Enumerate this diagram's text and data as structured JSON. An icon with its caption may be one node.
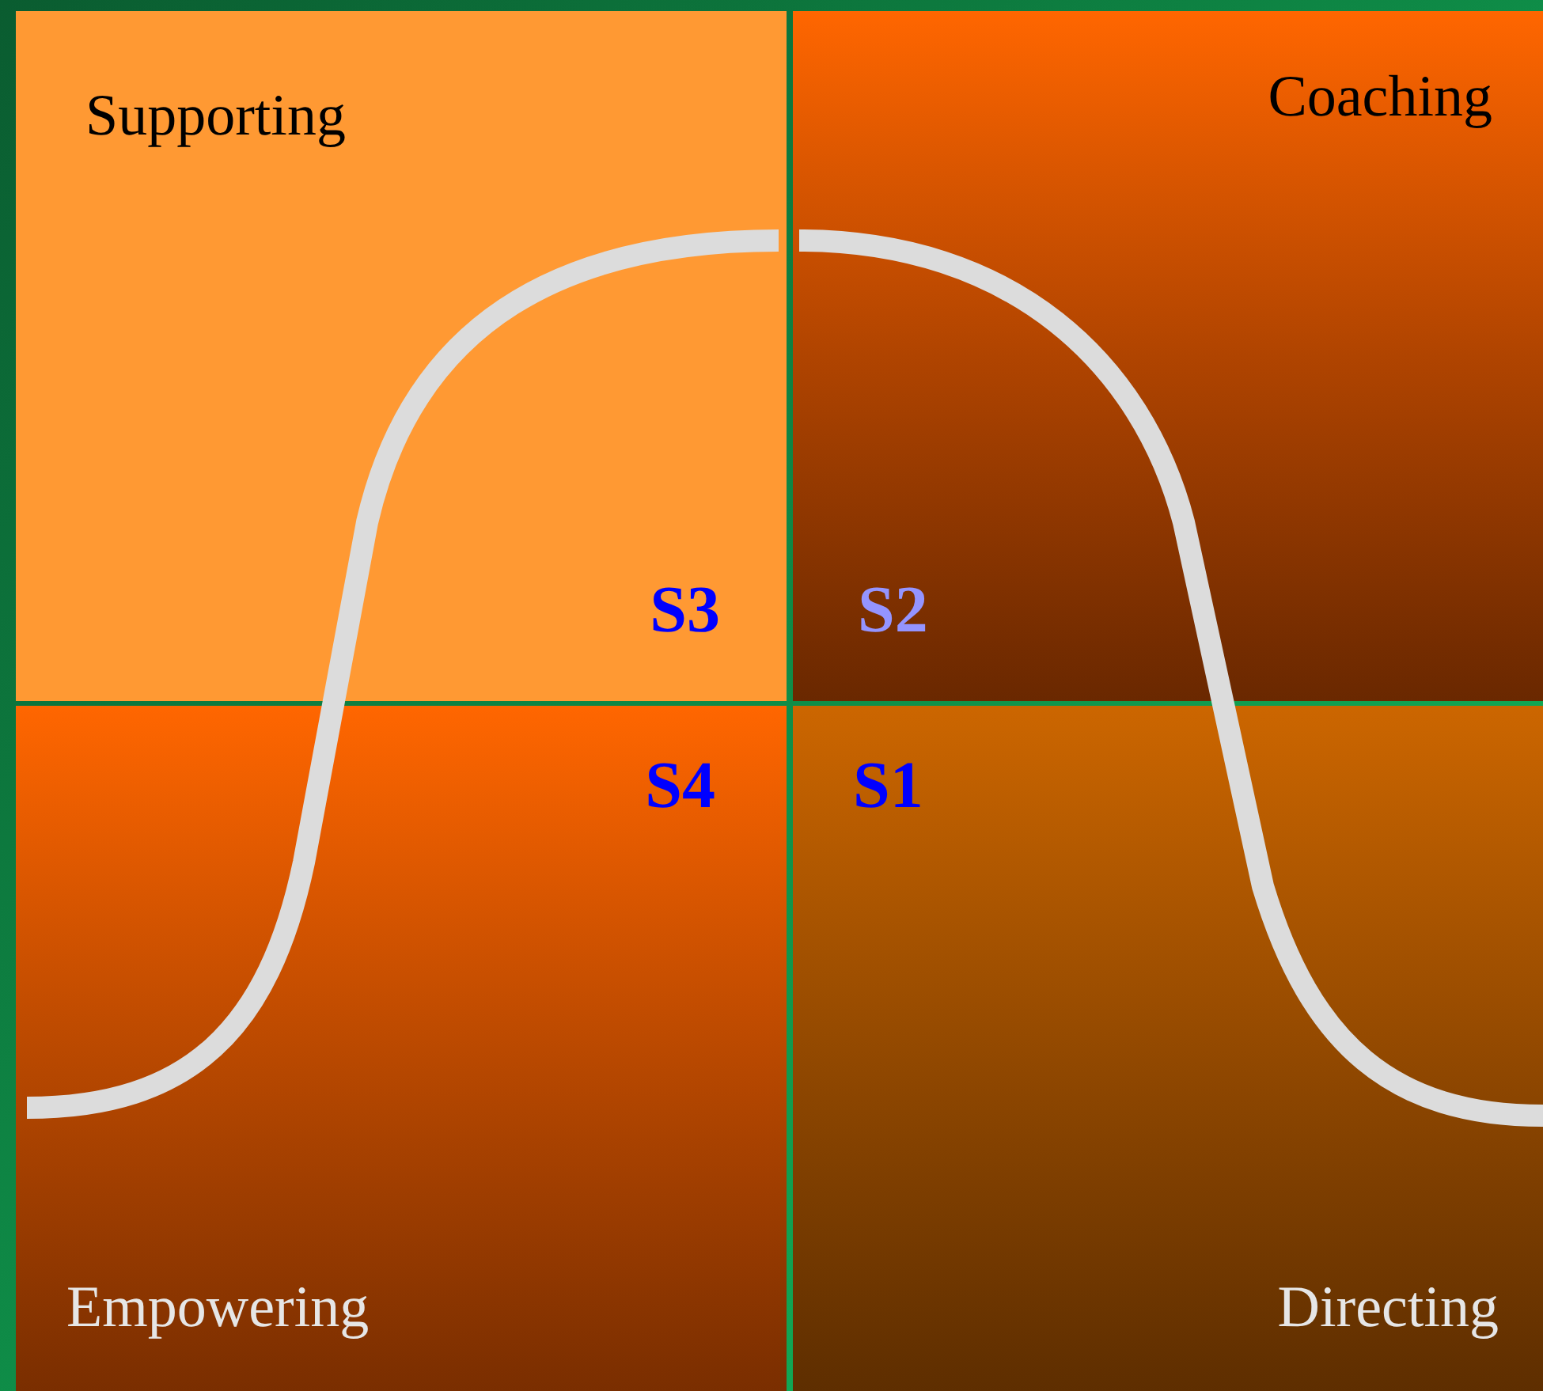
{
  "diagram": {
    "nodes": [
      {
        "text": [
          "Supporting",
          "S3"
        ]
      },
      {
        "text": [
          "Coaching",
          "S2"
        ]
      },
      {
        "text": [
          "Empowering",
          "S4"
        ]
      },
      {
        "text": [
          "Directing",
          "S1"
        ]
      }
    ]
  }
}
